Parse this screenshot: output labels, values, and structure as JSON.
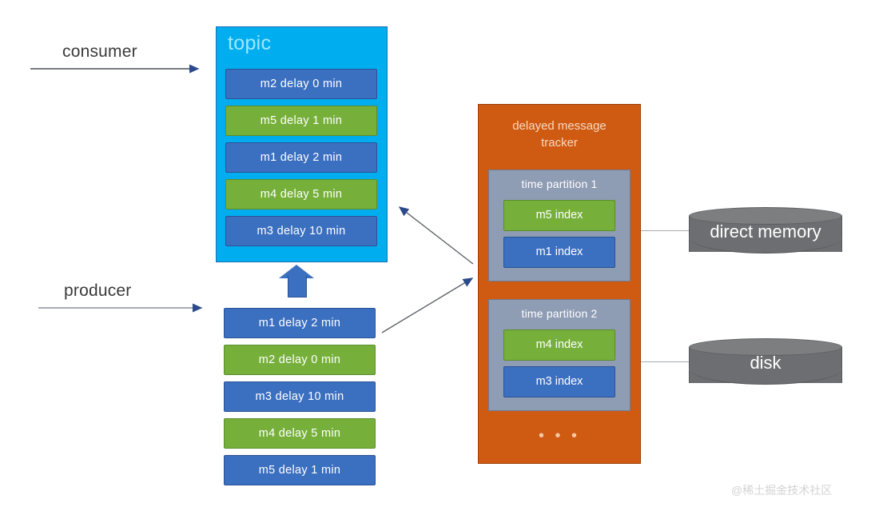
{
  "flows": {
    "consumer_label": "consumer",
    "producer_label": "producer"
  },
  "topic": {
    "title": "topic",
    "bg_color": "#00aeef",
    "messages": [
      {
        "label": "m2  delay 0 min",
        "color": "blue"
      },
      {
        "label": "m5  delay 1 min",
        "color": "green"
      },
      {
        "label": "m1  delay 2 min",
        "color": "blue"
      },
      {
        "label": "m4  delay 5 min",
        "color": "green"
      },
      {
        "label": "m3  delay 10 min",
        "color": "blue"
      }
    ]
  },
  "producer_queue": {
    "messages": [
      {
        "label": "m1  delay 2 min",
        "color": "blue"
      },
      {
        "label": "m2  delay 0 min",
        "color": "green"
      },
      {
        "label": "m3  delay 10 min",
        "color": "blue"
      },
      {
        "label": "m4  delay 5 min",
        "color": "green"
      },
      {
        "label": "m5  delay 1 min",
        "color": "blue"
      }
    ]
  },
  "tracker": {
    "title_line1": "delayed message",
    "title_line2": "tracker",
    "bg_color": "#cf5a12",
    "ellipsis": "• • •",
    "partitions": [
      {
        "title": "time partition 1",
        "indexes": [
          {
            "label": "m5 index",
            "color": "green"
          },
          {
            "label": "m1 index",
            "color": "blue"
          }
        ]
      },
      {
        "title": "time partition 2",
        "indexes": [
          {
            "label": "m4 index",
            "color": "green"
          },
          {
            "label": "m3 index",
            "color": "blue"
          }
        ]
      }
    ]
  },
  "storage": [
    {
      "label": "direct memory",
      "color": "#6d6e71"
    },
    {
      "label": "disk",
      "color": "#6d6e71"
    }
  ],
  "watermark": "@稀土掘金技术社区"
}
